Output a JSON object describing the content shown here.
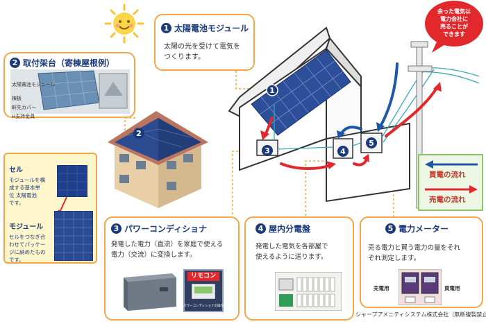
{
  "bubble": {
    "lines": [
      "余った電気は",
      "電力会社に",
      "売ることが",
      "できます"
    ]
  },
  "module": {
    "num": "1",
    "title": "太陽電池モジュール",
    "desc": [
      "太陽の光を受けて電気を",
      "つくります。"
    ]
  },
  "mount": {
    "num": "2",
    "title": "取付架台（寄棟屋根例）",
    "labels": [
      "太陽電池モジュール",
      "棟板",
      "軒先カバー",
      "H支持金具"
    ]
  },
  "cell_module": {
    "cell_title": "セル",
    "cell_desc": [
      "モジュールを構",
      "成する基本単",
      "位 太陽電池",
      "です。"
    ],
    "module_title": "モジュール",
    "module_desc": [
      "セルをつなぎ合",
      "わせてパッケー",
      "ジに納めたもの",
      "です。"
    ]
  },
  "conditioner": {
    "num": "3",
    "title": "パワーコンディショナ",
    "desc": [
      "発電した電力（直流）を家庭で使える",
      "電力（交流）に変換します。"
    ],
    "remote_label": "リモコン",
    "remote_caption": "パワーコンディショナの操作器"
  },
  "distribution": {
    "num": "4",
    "title": "屋内分電盤",
    "desc": [
      "発電した電気を各部屋で",
      "使えるように送ります。"
    ]
  },
  "meter": {
    "num": "5",
    "title": "電力メーター",
    "desc": [
      "売る電力と買う電力の量をそれ",
      "ぞれ測定します。"
    ],
    "sell_label": "売電用",
    "buy_label": "買電用"
  },
  "legend": {
    "buy": "買電の流れ",
    "sell": "売電の流れ",
    "buy_color": "#1e56a8",
    "sell_color": "#e0282d"
  },
  "footer": "シャープアメニティシステム株式会社（無断複製禁止）"
}
